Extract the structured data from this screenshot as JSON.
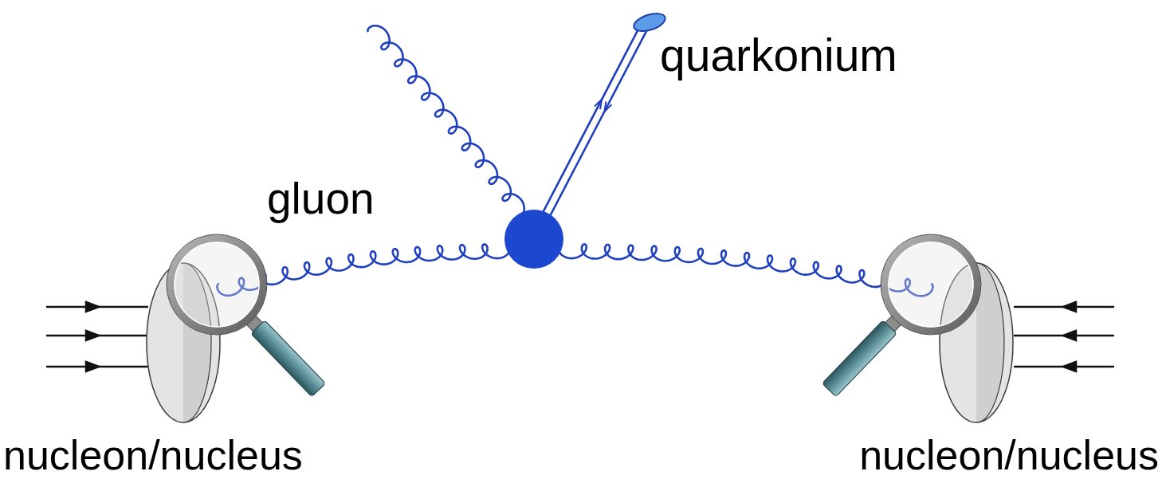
{
  "diagram": {
    "nodes": [
      {
        "text": [
          "quarkonium"
        ]
      },
      {
        "text": [
          "nucleon/nucleus"
        ]
      },
      {
        "text": [
          "nucleon/nucleus"
        ]
      }
    ],
    "labels": [
      "gluon"
    ]
  }
}
